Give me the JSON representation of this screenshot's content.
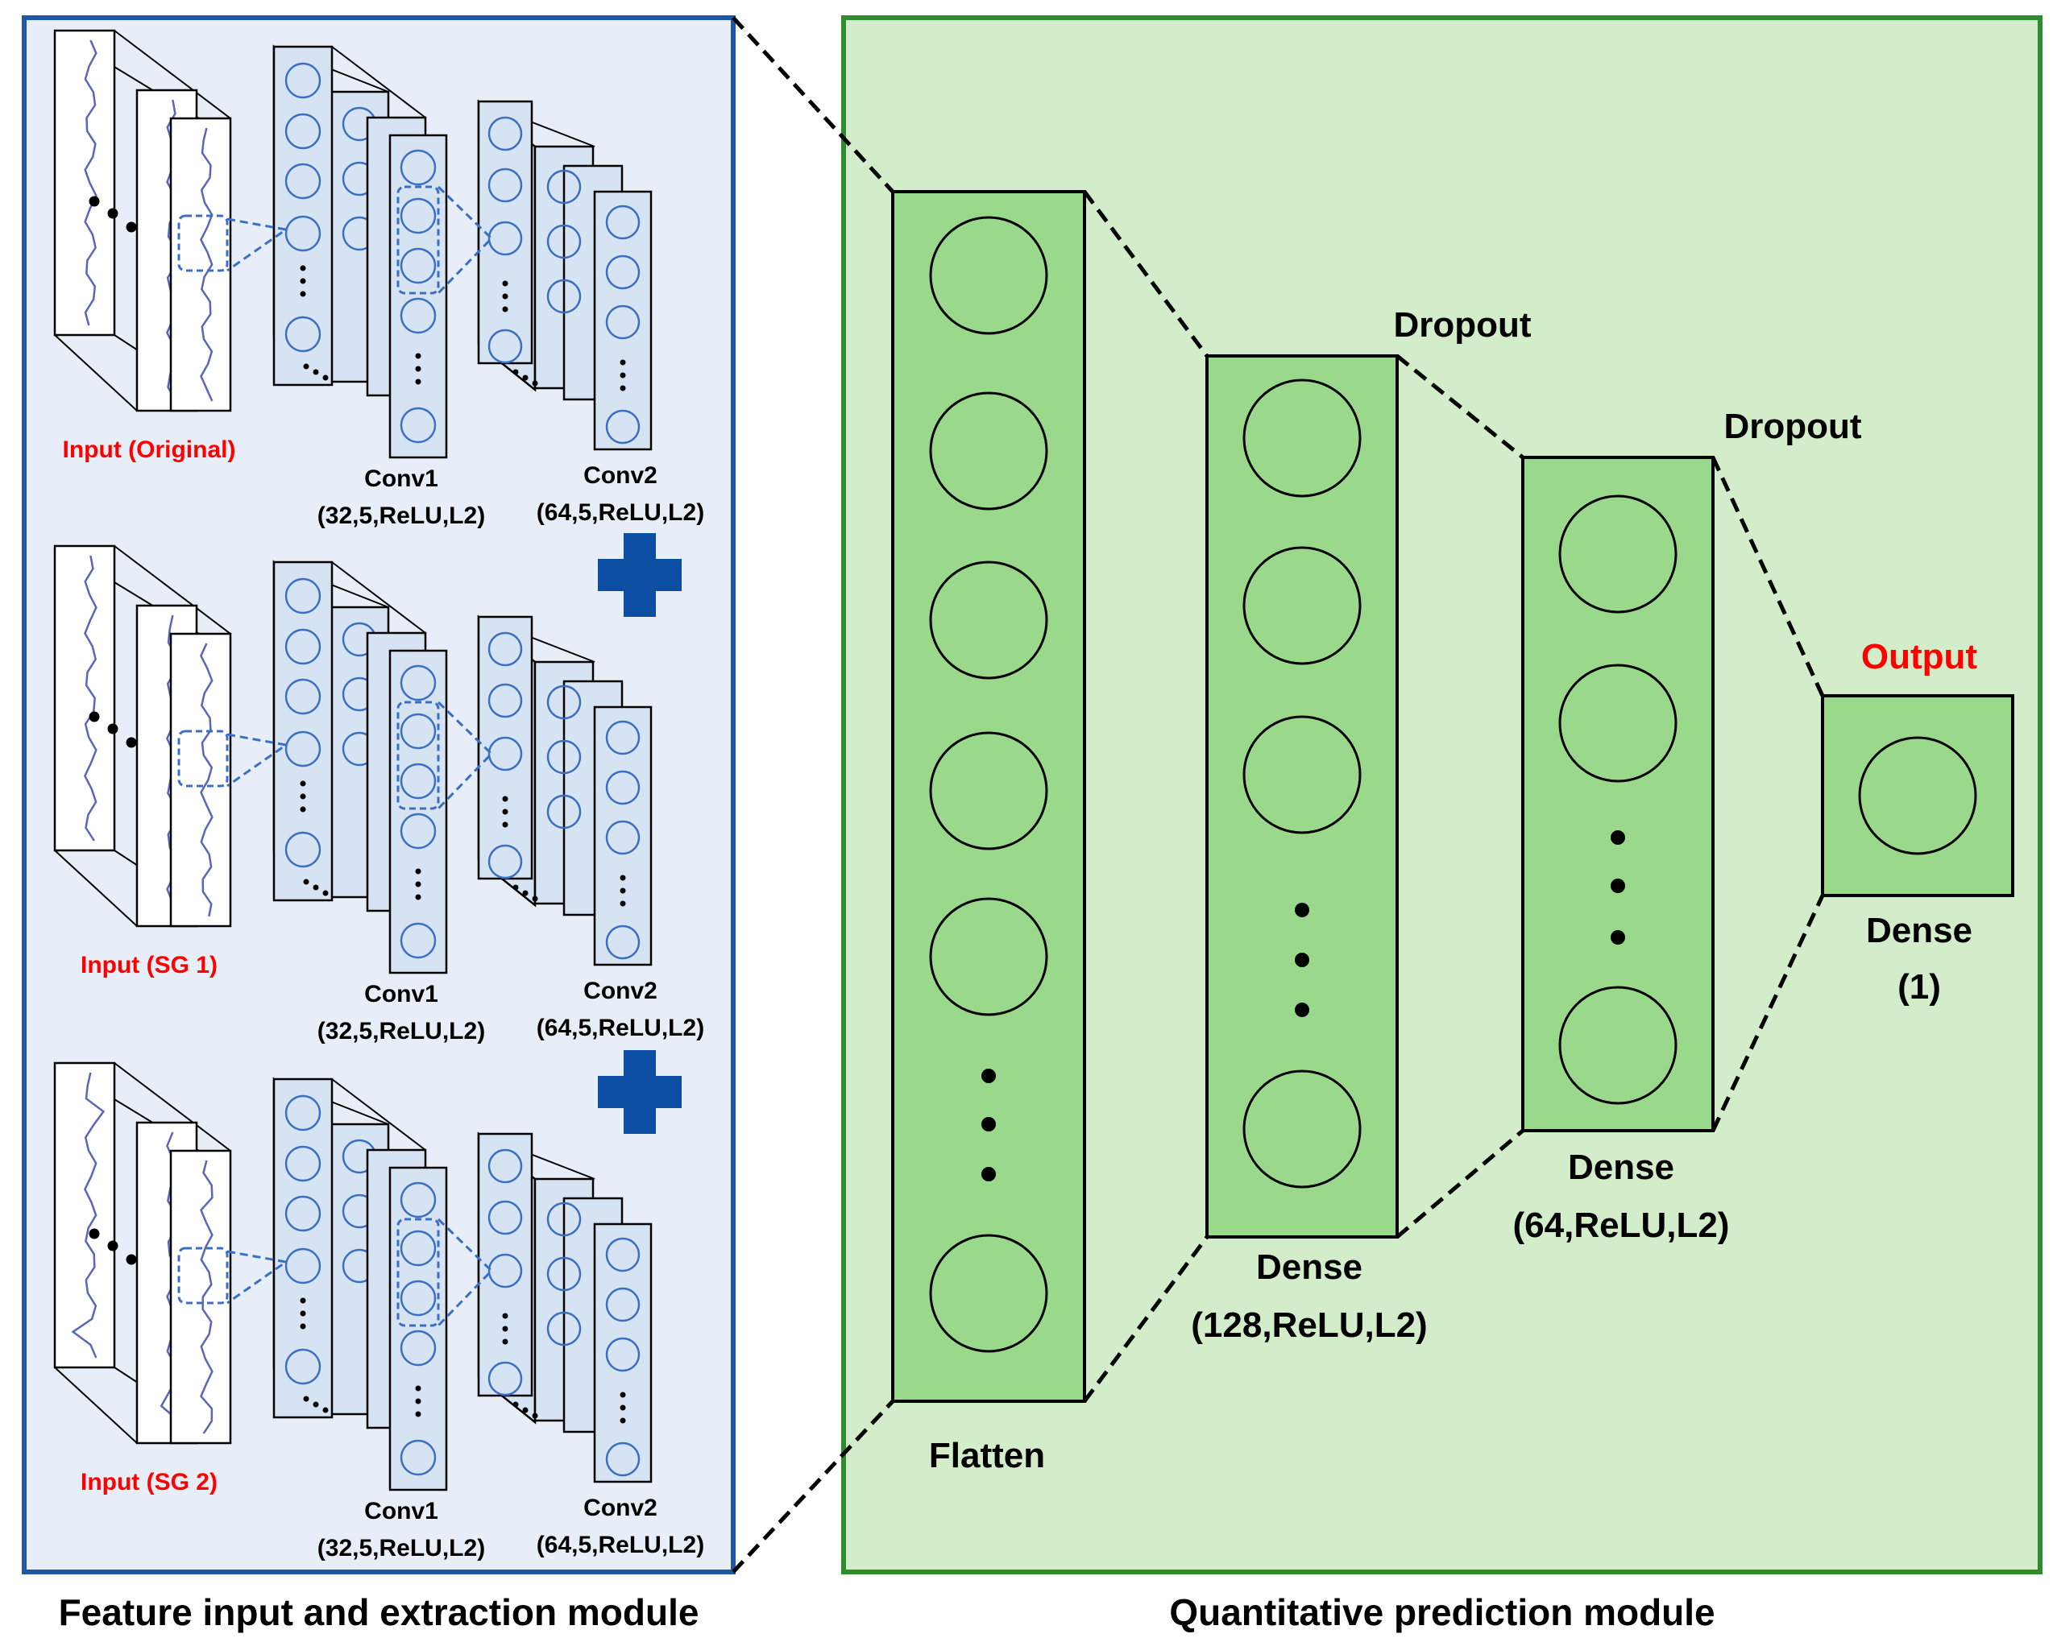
{
  "colors": {
    "left_panel_fill": "#e8eef8",
    "left_panel_border": "#1f56a8",
    "right_panel_fill": "#d3ecca",
    "right_panel_border": "#2e8b2e",
    "layer_fill": "#9ad98c",
    "conv_fill": "#d6e3f3",
    "neuron_blue": "#3b6fc2",
    "plus_blue": "#0b4ea2",
    "red_label": "#ff0000"
  },
  "modules": {
    "extraction_title": "Feature input and extraction module",
    "prediction_title": "Quantitative prediction module"
  },
  "branches": [
    {
      "input_label": "Input (Original)",
      "conv1_name": "Conv1",
      "conv1_params": "(32,5,ReLU,L2)",
      "conv2_name": "Conv2",
      "conv2_params": "(64,5,ReLU,L2)"
    },
    {
      "input_label": "Input (SG 1)",
      "conv1_name": "Conv1",
      "conv1_params": "(32,5,ReLU,L2)",
      "conv2_name": "Conv2",
      "conv2_params": "(64,5,ReLU,L2)"
    },
    {
      "input_label": "Input (SG 2)",
      "conv1_name": "Conv1",
      "conv1_params": "(32,5,ReLU,L2)",
      "conv2_name": "Conv2",
      "conv2_params": "(64,5,ReLU,L2)"
    }
  ],
  "combine_icon": "plus-icon",
  "prediction": {
    "flatten_label": "Flatten",
    "dropout1_label": "Dropout",
    "dense1_name": "Dense",
    "dense1_params": "(128,ReLU,L2)",
    "dropout2_label": "Dropout",
    "dense2_name": "Dense",
    "dense2_params": "(64,ReLU,L2)",
    "output_label": "Output",
    "dense3_name": "Dense",
    "dense3_params": "(1)"
  }
}
